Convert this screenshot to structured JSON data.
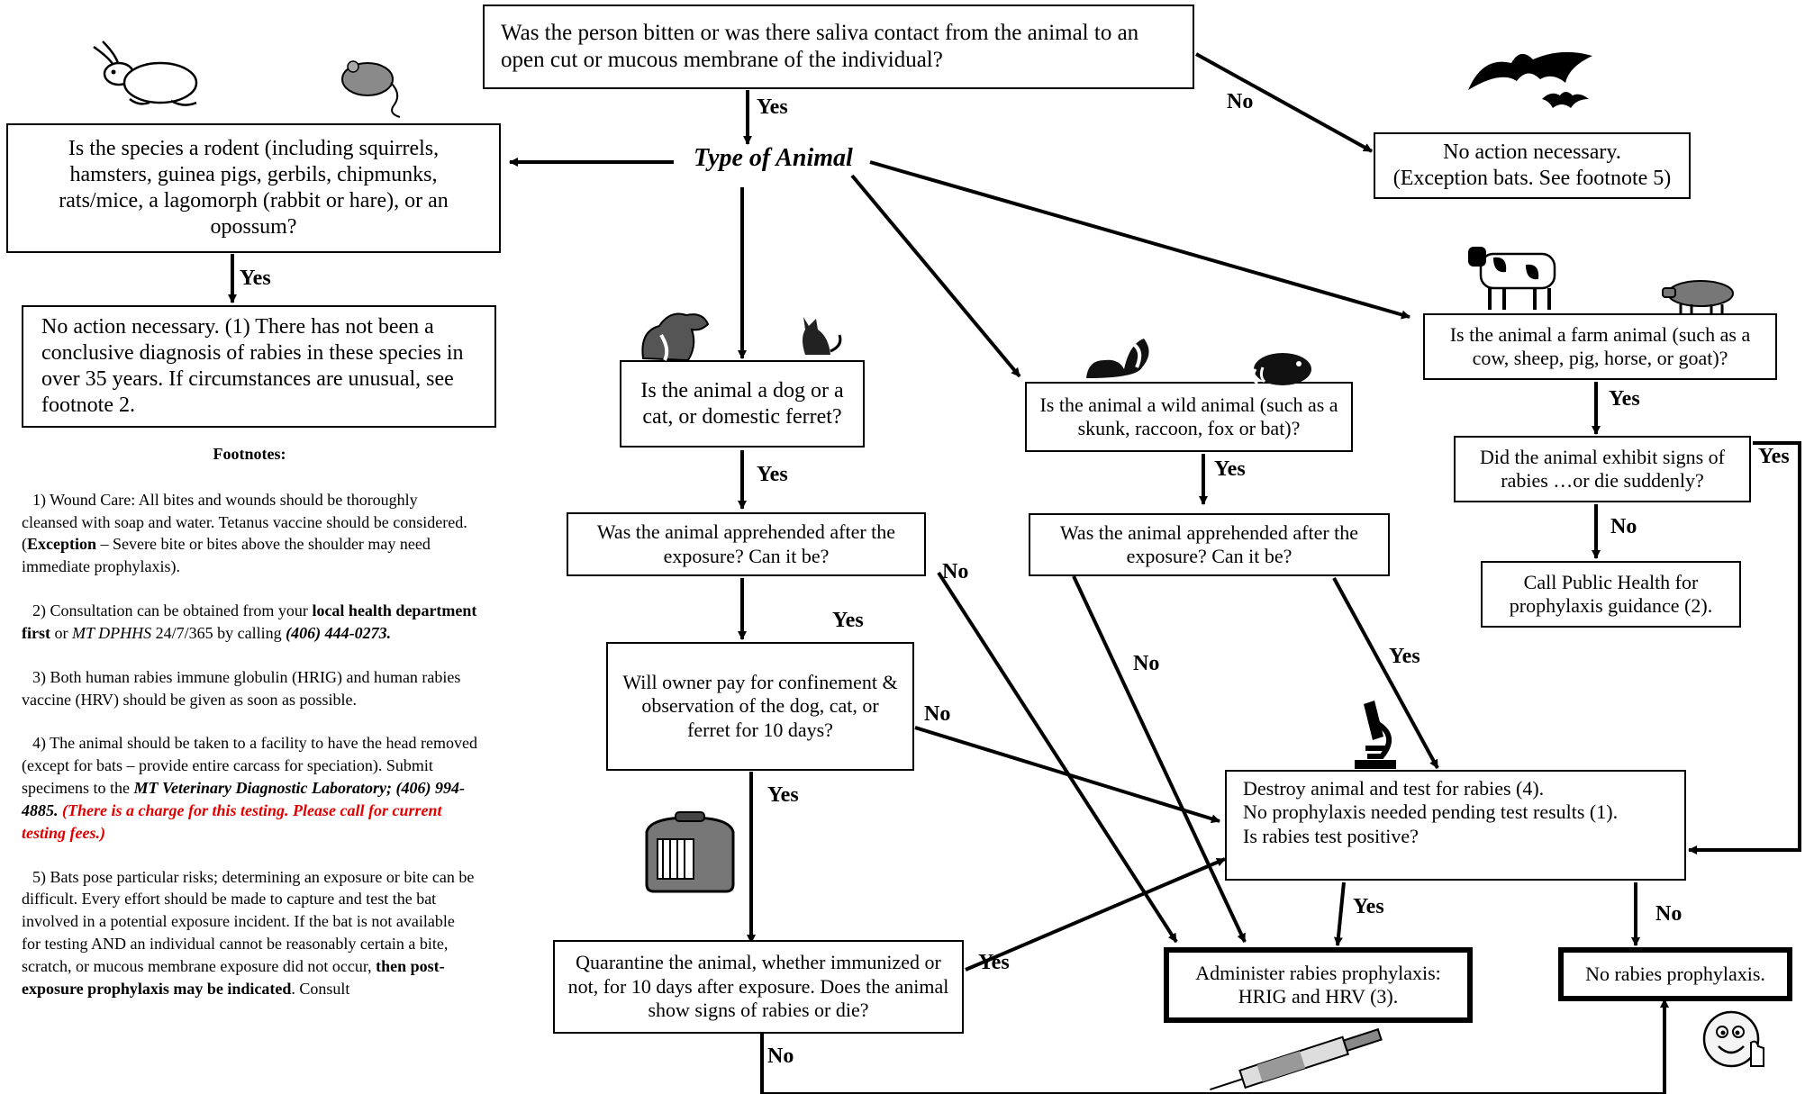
{
  "nodes": {
    "bitten_question": "Was the person bitten or was there saliva contact from the animal to an open cut or mucous membrane of the individual?",
    "type_of_animal": "Type of Animal",
    "no_action_bats": [
      "No action necessary.",
      "(Exception bats. See footnote 5)"
    ],
    "rodent_question": "Is the species a rodent (including squirrels, hamsters, guinea pigs, gerbils, chipmunks, rats/mice, a lagomorph (rabbit or hare), or an opossum?",
    "rodent_no_action": "No action necessary. (1) There has not been a conclusive diagnosis of rabies in these species in over 35 years.  If circumstances are unusual, see footnote 2.",
    "dog_cat_question": "Is the animal a dog or a cat, or domestic ferret?",
    "wild_question": "Is the animal a wild animal (such as a skunk, raccoon, fox or bat)?",
    "farm_question": "Is the animal a farm animal (such as a cow, sheep, pig, horse, or goat)?",
    "farm_signs_question": "Did the animal exhibit signs of rabies …or die suddenly?",
    "call_public_health": "Call Public Health for prophylaxis guidance (2).",
    "dog_apprehended": "Was the animal apprehended after the exposure? Can it be?",
    "wild_apprehended": "Was the animal apprehended after the exposure?  Can it be?",
    "owner_pay": "Will owner pay for confinement & observation of the dog, cat, or ferret for 10 days?",
    "destroy_test": [
      "Destroy animal and test for rabies (4).",
      "No prophylaxis needed pending test results (1).",
      "Is rabies test positive?"
    ],
    "quarantine": "Quarantine the animal, whether immunized or not, for 10 days after exposure.  Does the animal show signs of rabies or die?",
    "administer_prophylaxis": "Administer rabies prophylaxis: HRIG and HRV (3).",
    "no_rabies_prophylaxis": "No rabies prophylaxis."
  },
  "edge_labels": {
    "yes": "Yes",
    "no": "No"
  },
  "footnotes": {
    "title": "Footnotes:",
    "f1_pre": "1) Wound Care: All bites and wounds should be thoroughly cleansed with soap and water. Tetanus vaccine should be considered. (",
    "f1_bold": "Exception",
    "f1_post": " – Severe bite or bites above the shoulder may need immediate prophylaxis).",
    "f2_pre": "2) Consultation can be obtained from your ",
    "f2_bold": "local health department first",
    "f2_mid": " or ",
    "f2_ital": "MT DPHHS",
    "f2_post": " 24/7/365 by calling ",
    "f2_phone": "(406) 444-0273.",
    "f3": "3) Both human rabies immune globulin (HRIG) and human rabies vaccine (HRV) should be given as soon as possible.",
    "f4_pre": "4) The animal should be taken to a facility to have the head removed (except for bats – provide entire carcass for speciation).  Submit specimens to the ",
    "f4_lab": "MT Veterinary Diagnostic Laboratory; (406) 994-4885.",
    "f4_red": " (There is a charge for this testing.  Please call for current testing fees.)",
    "f5_pre": "5) Bats pose particular risks; determining an exposure or bite can be difficult.  Every effort should be made to capture and test the bat involved in a potential exposure incident. If the bat is not available for testing AND an individual cannot be reasonably certain a bite, scratch, or mucous membrane exposure did not occur, ",
    "f5_bold": "then post-exposure prophylaxis may be indicated",
    "f5_post": ".  Consult"
  },
  "icons": [
    "rabbit-icon",
    "mouse-icon",
    "bat-icon",
    "dog-icon",
    "cat-icon",
    "skunk-icon",
    "raccoon-icon",
    "cow-icon",
    "pig-icon",
    "microscope-icon",
    "pet-carrier-icon",
    "syringe-icon",
    "smiley-thumbs-up-icon"
  ]
}
